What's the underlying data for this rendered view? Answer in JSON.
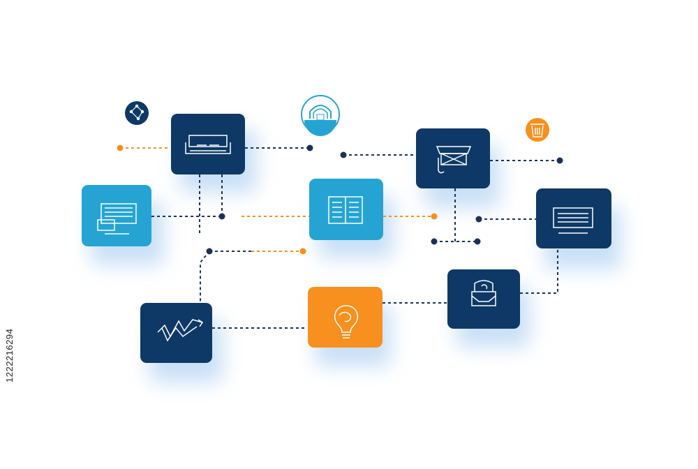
{
  "side_id": "1222216294",
  "colors": {
    "navy": "#0e3966",
    "cyan": "#25a4d4",
    "orange": "#f7901e",
    "dot_navy": "#1c3157",
    "dot_orange": "#f7901e",
    "shadow": "#8ebdf0"
  },
  "nodes": [
    {
      "id": "sofa-card",
      "icon": "sofa-icon",
      "color": "navy"
    },
    {
      "id": "monitor-card",
      "icon": "monitor-icon",
      "color": "cyan"
    },
    {
      "id": "book-card",
      "icon": "open-book-icon",
      "color": "cyan"
    },
    {
      "id": "cart-card",
      "icon": "cart-icon",
      "color": "navy"
    },
    {
      "id": "screen-card",
      "icon": "screen-icon",
      "color": "navy"
    },
    {
      "id": "chart-card",
      "icon": "trend-chart-icon",
      "color": "navy"
    },
    {
      "id": "bulb-card",
      "icon": "lightbulb-icon",
      "color": "orange"
    },
    {
      "id": "box-card",
      "icon": "box-icon",
      "color": "navy"
    }
  ],
  "circles": [
    {
      "id": "network-badge",
      "icon": "network-icon",
      "color": "navy"
    },
    {
      "id": "dome-badge",
      "icon": "dome-icon",
      "color": "cyan"
    },
    {
      "id": "bin-badge",
      "icon": "bin-icon",
      "color": "orange"
    }
  ]
}
